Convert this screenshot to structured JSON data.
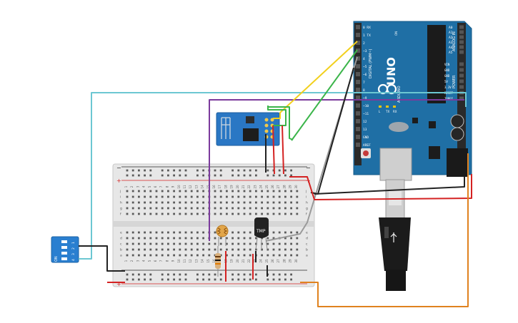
{
  "arduino": {
    "board_name": "UNO",
    "brand": "ARDUINO",
    "digital_header": "DIGITAL (PWM~)",
    "analog_header": "ANALOG IN",
    "power_header": "POWER",
    "reset_label": "RESET",
    "on_label": "ON",
    "pins_digital": [
      "0 RX",
      "1 TX",
      "2",
      "~3",
      "4",
      "~5",
      "~6",
      "7",
      "8",
      "~9",
      "~10",
      "~11",
      "12",
      "13",
      "GND",
      "AREF"
    ],
    "pins_analog": [
      "A0",
      "A1",
      "A2",
      "A3",
      "A4",
      "A5"
    ],
    "pins_power": [
      "VIN",
      "GND",
      "GND",
      "5V",
      "3.3V",
      "RESET",
      "IOREF"
    ],
    "misc_labels": [
      "L",
      "TX",
      "RX"
    ]
  },
  "sensor": {
    "temp_label": "TMP"
  },
  "dip_switch": {
    "on_label": "ON",
    "numbers": [
      "1",
      "2",
      "3",
      "4"
    ]
  },
  "breadboard": {
    "column_numbers": [
      "1",
      "2",
      "3",
      "4",
      "5",
      "6",
      "7",
      "8",
      "9",
      "10",
      "11",
      "12",
      "13",
      "14",
      "15",
      "16",
      "17",
      "18",
      "19",
      "20",
      "21",
      "22",
      "23",
      "24",
      "25",
      "26",
      "27",
      "28",
      "29",
      "30"
    ],
    "row_letters_top": [
      "j",
      "i",
      "h",
      "g",
      "f"
    ],
    "row_letters_bottom": [
      "e",
      "d",
      "c",
      "b",
      "a"
    ],
    "rail_plus": "+",
    "rail_minus": "−"
  },
  "colors": {
    "board_blue": "#1f6fa5",
    "esp_blue": "#2a77c4",
    "wire_cyan": "#6cc7d2",
    "wire_purple": "#7b3a9c",
    "wire_yellow": "#f2d01d",
    "wire_green": "#3bb54a",
    "wire_gray": "#9a9a9a",
    "wire_red": "#d42222",
    "wire_black": "#222222",
    "wire_orange": "#e0821f"
  }
}
